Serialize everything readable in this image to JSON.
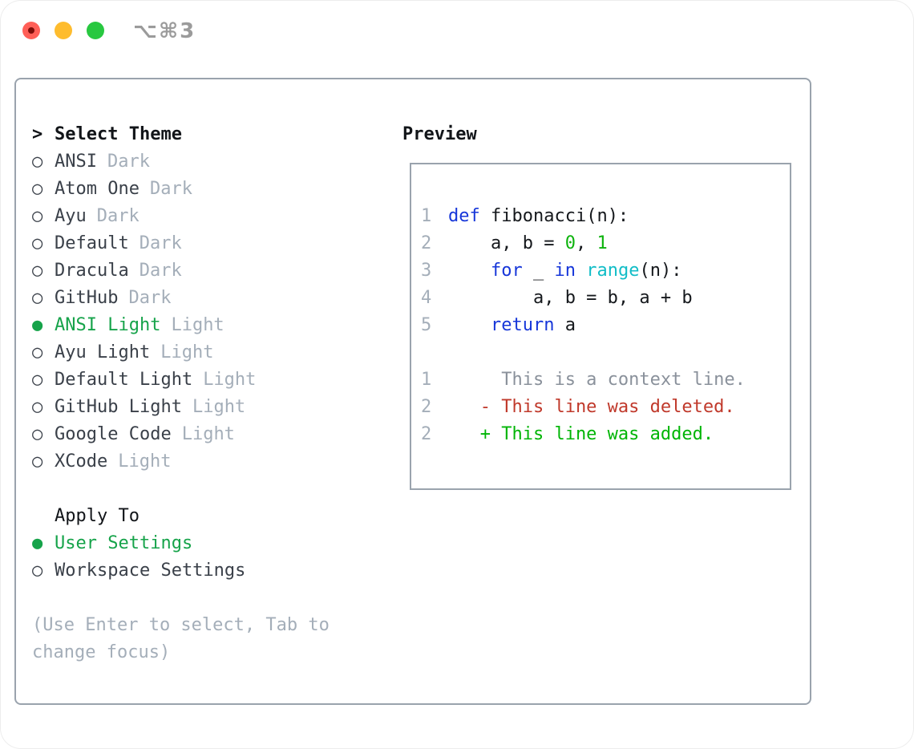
{
  "window": {
    "shortcut": "⌥⌘3"
  },
  "icons": {
    "radio_unselected": "○",
    "radio_selected": "●"
  },
  "colors": {
    "window_bg": "#ffffff",
    "border_gray": "#9aa3ad",
    "heading": "#121519",
    "item_text": "#3a4049",
    "muted": "#a4aeb9",
    "accent_green": "#16a34a",
    "keyword_blue": "#1636d9",
    "number_green": "#0db30d",
    "function_cyan": "#12bdc7",
    "context_gray": "#8a919b",
    "deleted_red": "#c0392b",
    "added_green": "#00b506",
    "code_fg": "#15181c",
    "tl_red": "#ff5f57",
    "tl_red_dot": "#7e0d08",
    "tl_yellow": "#febc2e",
    "tl_green": "#28c840",
    "shortcut_gray": "#9b9b9b"
  },
  "theme_selector": {
    "prompt": ">",
    "title": "Select Theme",
    "items": [
      {
        "name": "ANSI",
        "tag": "Dark",
        "selected": false
      },
      {
        "name": "Atom One",
        "tag": "Dark",
        "selected": false
      },
      {
        "name": "Ayu",
        "tag": "Dark",
        "selected": false
      },
      {
        "name": "Default",
        "tag": "Dark",
        "selected": false
      },
      {
        "name": "Dracula",
        "tag": "Dark",
        "selected": false
      },
      {
        "name": "GitHub",
        "tag": "Dark",
        "selected": false
      },
      {
        "name": "ANSI Light",
        "tag": "Light",
        "selected": true
      },
      {
        "name": "Ayu Light",
        "tag": "Light",
        "selected": false
      },
      {
        "name": "Default Light",
        "tag": "Light",
        "selected": false
      },
      {
        "name": "GitHub Light",
        "tag": "Light",
        "selected": false
      },
      {
        "name": "Google Code",
        "tag": "Light",
        "selected": false
      },
      {
        "name": "XCode",
        "tag": "Light",
        "selected": false
      }
    ]
  },
  "apply_to": {
    "title": "Apply To",
    "options": [
      {
        "name": "User Settings",
        "selected": true
      },
      {
        "name": "Workspace Settings",
        "selected": false
      }
    ]
  },
  "help_text": "(Use Enter to select, Tab to change focus)",
  "preview": {
    "title": "Preview",
    "code_lines": [
      {
        "num": "1",
        "segments": [
          {
            "t": "def",
            "c": "keyword"
          },
          {
            "t": " fibonacci(n):",
            "c": "fg"
          }
        ]
      },
      {
        "num": "2",
        "segments": [
          {
            "t": "    a, b = ",
            "c": "fg"
          },
          {
            "t": "0",
            "c": "number"
          },
          {
            "t": ", ",
            "c": "fg"
          },
          {
            "t": "1",
            "c": "number"
          }
        ]
      },
      {
        "num": "3",
        "segments": [
          {
            "t": "    ",
            "c": "fg"
          },
          {
            "t": "for",
            "c": "keyword"
          },
          {
            "t": " _ ",
            "c": "fg"
          },
          {
            "t": "in",
            "c": "keyword"
          },
          {
            "t": " ",
            "c": "fg"
          },
          {
            "t": "range",
            "c": "function"
          },
          {
            "t": "(n):",
            "c": "fg"
          }
        ]
      },
      {
        "num": "4",
        "segments": [
          {
            "t": "        a, b = b, a + b",
            "c": "fg"
          }
        ]
      },
      {
        "num": "5",
        "segments": [
          {
            "t": "    ",
            "c": "fg"
          },
          {
            "t": "return",
            "c": "keyword"
          },
          {
            "t": " a",
            "c": "fg"
          }
        ]
      }
    ],
    "diff_lines": [
      {
        "num": "1",
        "segments": [
          {
            "t": "     This is a context line.",
            "c": "context"
          }
        ]
      },
      {
        "num": "2",
        "segments": [
          {
            "t": "   - This line was deleted.",
            "c": "deleted"
          }
        ]
      },
      {
        "num": "2",
        "segments": [
          {
            "t": "   + This line was added.",
            "c": "added"
          }
        ]
      }
    ]
  }
}
